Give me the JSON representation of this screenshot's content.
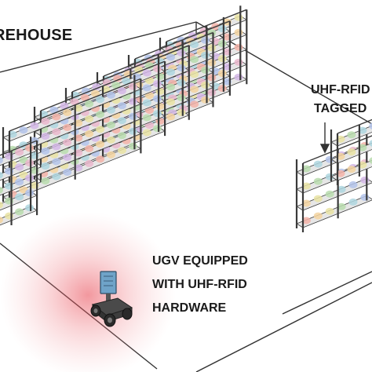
{
  "labels": {
    "warehouse": "REHOUSE",
    "tagged_line1": "UHF-RFID",
    "tagged_line2": "TAGGED",
    "ugv_line1": "UGV EQUIPPED",
    "ugv_line2": "WITH UHF-RFID",
    "ugv_line3": "HARDWARE"
  },
  "colors": {
    "floor_lines": "#333333",
    "shelf_frame": "#3a3a3a",
    "shelf_board": "#e6e6e6",
    "rfid_field": "#e8434f",
    "robot_body": "#333333",
    "antenna": "#6fa3c8"
  },
  "items": {
    "tag_colors": [
      "#f3b3a8",
      "#f3d3a0",
      "#e9e3a3",
      "#b9dcae",
      "#aed6df",
      "#b3c3ea",
      "#d3b7e6",
      "#eab7cd"
    ]
  }
}
